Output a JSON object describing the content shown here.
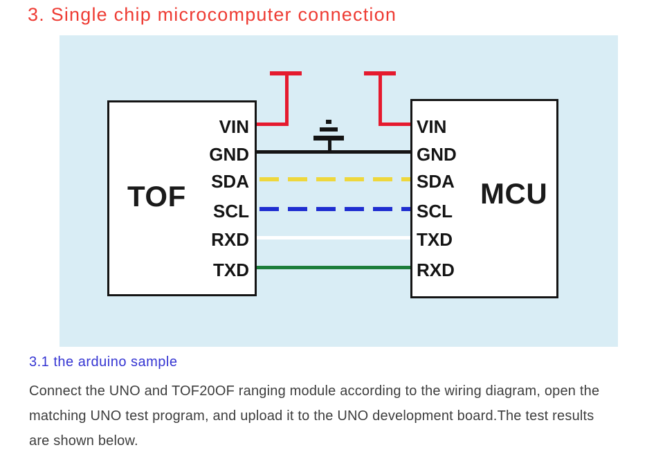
{
  "page": {
    "title": "3. Single chip microcomputer connection",
    "section": {
      "heading": "3.1 the arduino sample",
      "paragraph_lines": [
        "Connect the UNO and TOF20OF ranging module according to the wiring diagram, open the",
        "matching UNO test program, and upload it to the UNO development board.The test results",
        "are shown below."
      ]
    },
    "colors": {
      "title_red": "#ee3b33",
      "heading_blue": "#3434d2",
      "body_text": "#3d3d3d",
      "panel_background": "#d9edf5"
    }
  },
  "diagram": {
    "tof_box": {
      "label": "TOF",
      "pins": [
        "VIN",
        "GND",
        "SDA",
        "SCL",
        "RXD",
        "TXD"
      ]
    },
    "mcu_box": {
      "label": "MCU",
      "pins": [
        "VIN",
        "GND",
        "SDA",
        "SCL",
        "TXD",
        "RXD"
      ]
    },
    "wires": [
      {
        "name": "vin-power-rail-left",
        "color": "#e51a2e",
        "style": "solid"
      },
      {
        "name": "vin-power-rail-right",
        "color": "#e51a2e",
        "style": "solid"
      },
      {
        "name": "gnd",
        "color": "#141414",
        "style": "solid"
      },
      {
        "name": "sda",
        "color": "#eed73c",
        "style": "dashed"
      },
      {
        "name": "scl",
        "color": "#1f2ed0",
        "style": "dashed"
      },
      {
        "name": "rxd-to-txd",
        "color": "#ffffff",
        "style": "solid"
      },
      {
        "name": "txd-to-rxd",
        "color": "#1c7e3a",
        "style": "solid"
      }
    ]
  }
}
